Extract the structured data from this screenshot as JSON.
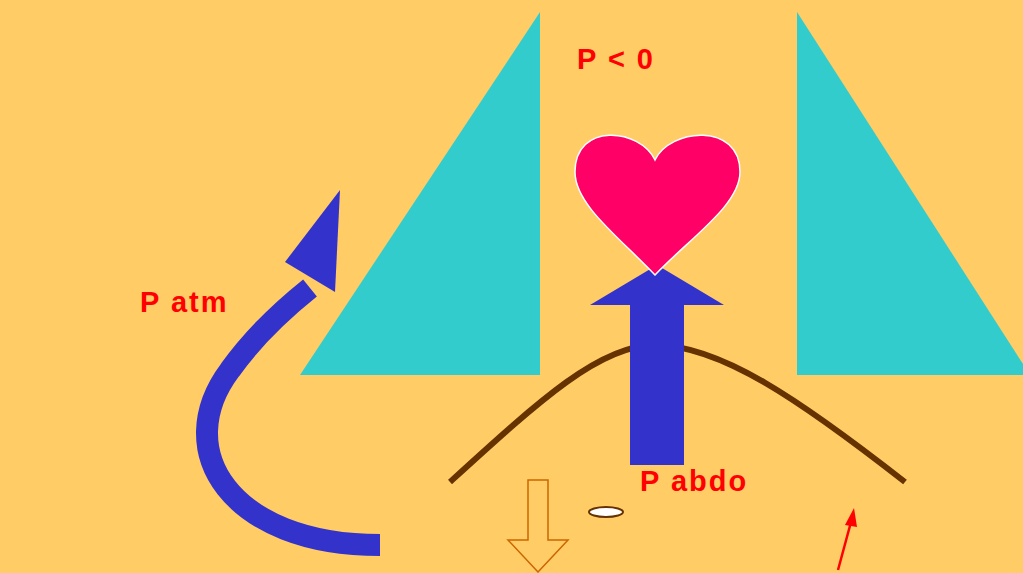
{
  "diagram": {
    "labels": [
      "P < 0",
      "P atm",
      "P abdo"
    ]
  }
}
